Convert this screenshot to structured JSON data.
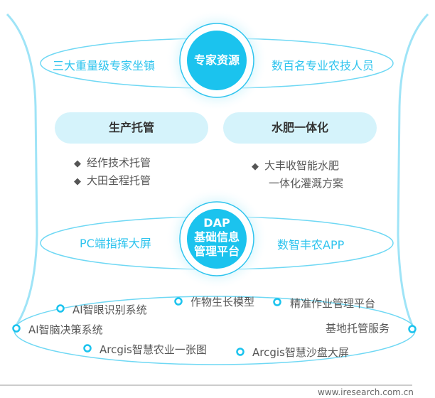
{
  "top_hub": {
    "label": "专家资源",
    "left": "三大重量级专家坐镇",
    "right": "数百名专业农技人员"
  },
  "pills": [
    {
      "label": "生产托管",
      "bullets": [
        "经作技术托管",
        "大田全程托管"
      ]
    },
    {
      "label": "水肥一体化",
      "bullets": [
        "大丰收智能水肥",
        "一体化灌溉方案"
      ]
    }
  ],
  "mid_hub": {
    "label_lines": [
      "DAP",
      "基础信息",
      "管理平台"
    ],
    "left": "PC端指挥大屏",
    "right": "数智丰农APP"
  },
  "ring_items": [
    "AI智眼识别系统",
    "作物生长模型",
    "精准作业管理平台",
    "AI智脑决策系统",
    "基地托管服务",
    "Arcgis智慧农业一张图",
    "Arcgis智慧沙盘大屏"
  ],
  "footer": "www.iresearch.com.cn",
  "colors": {
    "accent": "#1bc3ee",
    "pill": "#d5f3fb",
    "line": "#7fdcf5"
  }
}
